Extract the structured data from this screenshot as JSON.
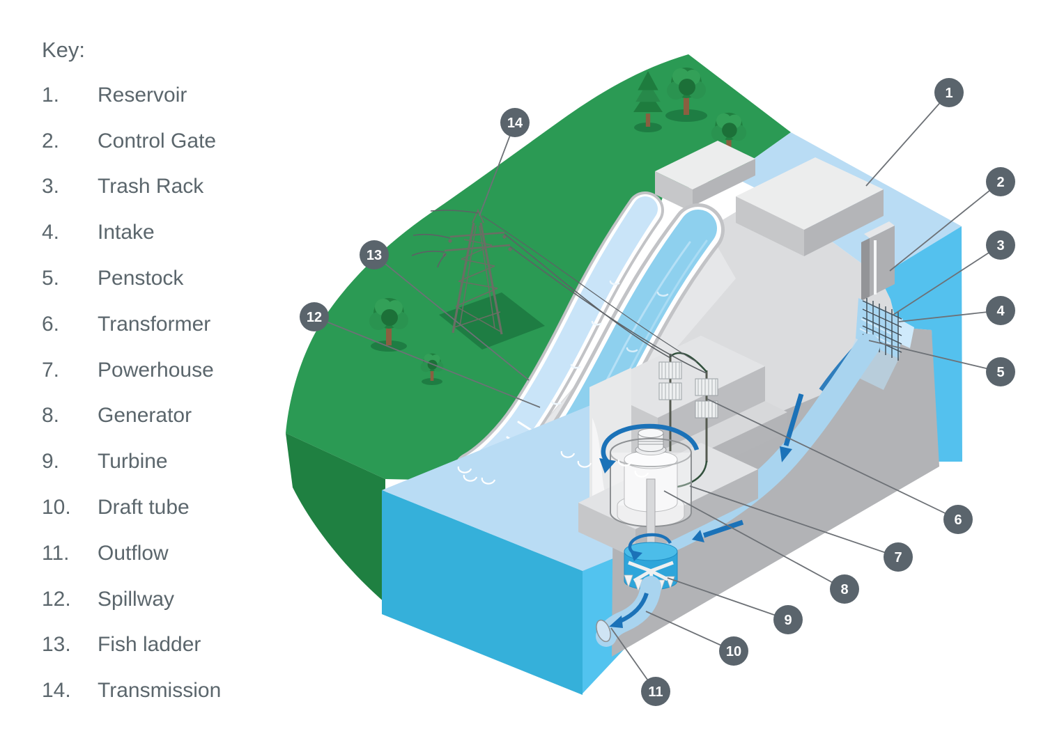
{
  "key": {
    "title": "Key:",
    "items": [
      {
        "num": "1.",
        "label": "Reservoir"
      },
      {
        "num": "2.",
        "label": "Control Gate"
      },
      {
        "num": "3.",
        "label": "Trash Rack"
      },
      {
        "num": "4.",
        "label": "Intake"
      },
      {
        "num": "5.",
        "label": "Penstock"
      },
      {
        "num": "6.",
        "label": "Transformer"
      },
      {
        "num": "7.",
        "label": "Powerhouse"
      },
      {
        "num": "8.",
        "label": "Generator"
      },
      {
        "num": "9.",
        "label": "Turbine"
      },
      {
        "num": "10.",
        "label": "Draft tube"
      },
      {
        "num": "11.",
        "label": "Outflow"
      },
      {
        "num": "12.",
        "label": "Spillway"
      },
      {
        "num": "13.",
        "label": "Fish ladder"
      },
      {
        "num": "14.",
        "label": "Transmission"
      }
    ]
  },
  "callouts": [
    {
      "number": "1",
      "target": "reservoir"
    },
    {
      "number": "2",
      "target": "control-gate"
    },
    {
      "number": "3",
      "target": "trash-rack"
    },
    {
      "number": "4",
      "target": "intake"
    },
    {
      "number": "5",
      "target": "penstock"
    },
    {
      "number": "6",
      "target": "transformer"
    },
    {
      "number": "7",
      "target": "powerhouse"
    },
    {
      "number": "8",
      "target": "generator"
    },
    {
      "number": "9",
      "target": "turbine"
    },
    {
      "number": "10",
      "target": "draft-tube"
    },
    {
      "number": "11",
      "target": "outflow"
    },
    {
      "number": "12",
      "target": "spillway"
    },
    {
      "number": "13",
      "target": "fish-ladder"
    },
    {
      "number": "14",
      "target": "transmission"
    }
  ],
  "colors": {
    "key_text": "#5b666c",
    "callout_circle": "#5a646c",
    "callout_line": "#6d7176",
    "hill_green": "#2b9a54",
    "hill_green_dark": "#1f8041",
    "water_pale": "#b9dcf4",
    "water_cyan": "#54c1ee",
    "water_teal": "#35b0da",
    "spillway_blue": "#8ed0ee",
    "fish_ladder_blue": "#c9e4f8",
    "flow_arrow_blue": "#1b72b8",
    "turbine_blue": "#49b9e9",
    "concrete_light": "#e9eaeb",
    "concrete_mid": "#c6c7c9",
    "concrete_dark": "#b2b3b6"
  }
}
